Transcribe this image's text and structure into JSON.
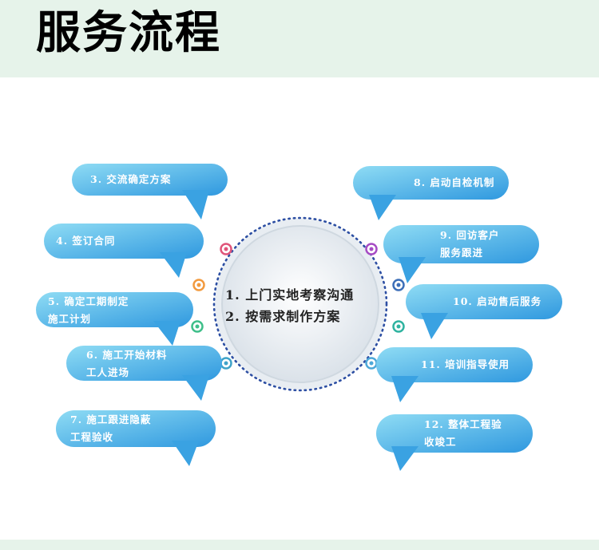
{
  "header": {
    "title": "服务流程"
  },
  "center": {
    "text": "1. 上门实地考察沟通\n2. 按需求制作方案"
  },
  "steps": [
    {
      "label": "3. 交流确定方案"
    },
    {
      "label": "4. 签订合同"
    },
    {
      "label": "5. 确定工期制定\n施工计划"
    },
    {
      "label": "6. 施工开始材料\n工人进场"
    },
    {
      "label": "7. 施工跟进隐蔽\n工程验收"
    },
    {
      "label": "8. 启动自检机制"
    },
    {
      "label": "9. 回访客户\n服务跟进"
    },
    {
      "label": "10. 启动售后服务"
    },
    {
      "label": "11. 培训指导使用"
    },
    {
      "label": "12. 整体工程验\n收竣工"
    }
  ],
  "colors": {
    "header_bg": "#e6f3ea",
    "bubble_light": "#7fd6f2",
    "bubble_dark": "#2f9be0",
    "dot_ring": "#2d4fa3",
    "center_fill": "#e3e9ef",
    "marker_colors": [
      "#e0557a",
      "#f29a3f",
      "#3fbf8a",
      "#3fa3c9",
      "#a64cc4",
      "#3d6fb8",
      "#2fb3a0",
      "#4ea8d8"
    ]
  }
}
